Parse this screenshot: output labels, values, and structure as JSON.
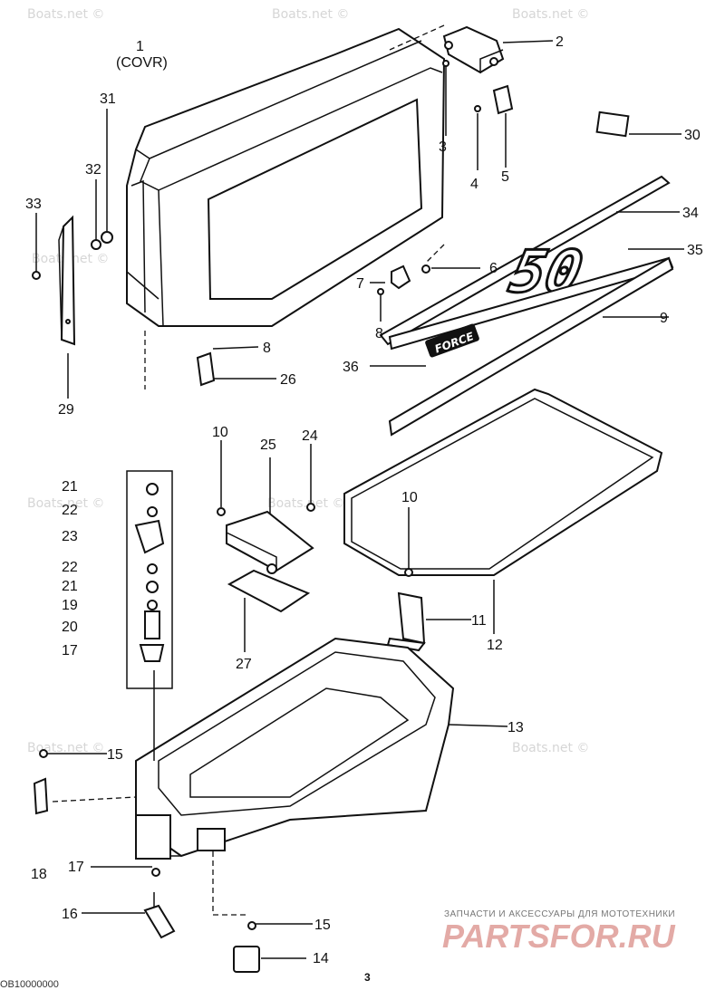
{
  "diagram": {
    "callouts": [
      {
        "text": "1"
      },
      {
        "text": "(COVR)"
      },
      {
        "text": "2"
      },
      {
        "text": "3"
      },
      {
        "text": "4"
      },
      {
        "text": "5"
      },
      {
        "text": "30"
      },
      {
        "text": "31"
      },
      {
        "text": "32"
      },
      {
        "text": "33"
      },
      {
        "text": "34"
      },
      {
        "text": "35"
      },
      {
        "text": "6"
      },
      {
        "text": "7"
      },
      {
        "text": "8"
      },
      {
        "text": "9"
      },
      {
        "text": "29"
      },
      {
        "text": "8"
      },
      {
        "text": "26"
      },
      {
        "text": "36"
      },
      {
        "text": "10"
      },
      {
        "text": "25"
      },
      {
        "text": "24"
      },
      {
        "text": "21"
      },
      {
        "text": "22"
      },
      {
        "text": "23"
      },
      {
        "text": "22"
      },
      {
        "text": "21"
      },
      {
        "text": "19"
      },
      {
        "text": "20"
      },
      {
        "text": "17"
      },
      {
        "text": "10"
      },
      {
        "text": "11"
      },
      {
        "text": "12"
      },
      {
        "text": "27"
      },
      {
        "text": "13"
      },
      {
        "text": "15"
      },
      {
        "text": "18"
      },
      {
        "text": "17"
      },
      {
        "text": "16"
      },
      {
        "text": "15"
      },
      {
        "text": "14"
      }
    ],
    "decal_text": "FORCE",
    "decal_number": "50",
    "page_number": "3",
    "footer_code": "OB10000000"
  },
  "watermark": {
    "text": "Boats.net ©",
    "brand_tagline": "ЗАПЧАСТИ И АКСЕССУАРЫ ДЛЯ МОТОТЕХНИКИ",
    "brand_name": "PARTSFOR.RU"
  }
}
